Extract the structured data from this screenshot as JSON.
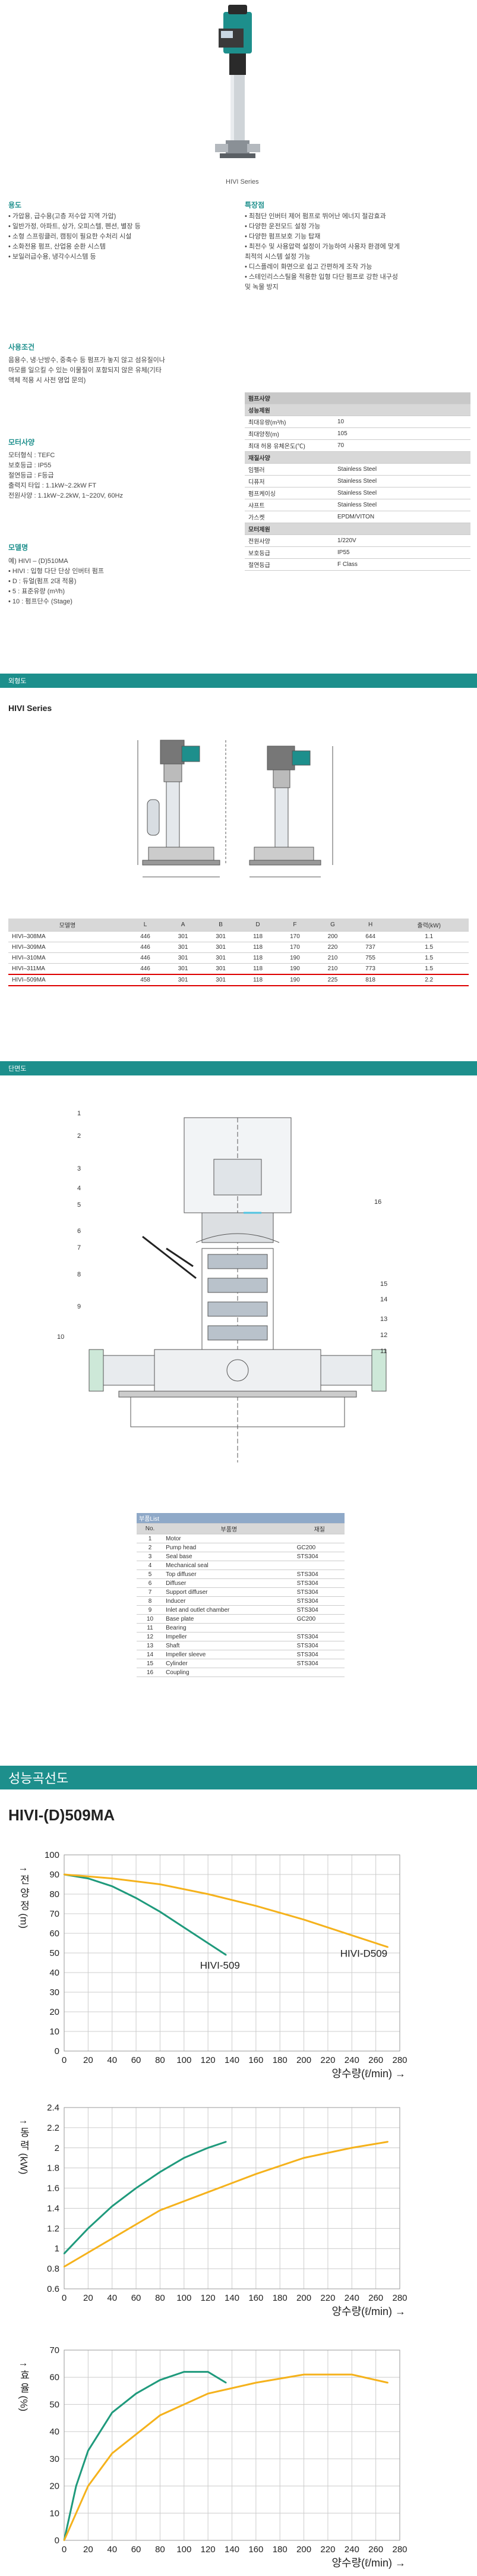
{
  "header": {
    "series_label": "HIVI Series"
  },
  "usage": {
    "title": "용도",
    "items": [
      "• 가압용, 급수용(고층 저수압 지역 가압)",
      "• 일반가정, 아파트, 상가, 오피스텔, 펜션, 별장 등",
      "• 소형 스프링클러, 캠핑이 필요한 수처리 시설",
      "• 소화전용 펌프, 산업용 순환 시스템",
      "• 보일러급수용, 냉각수시스템 등"
    ]
  },
  "features": {
    "title": "특장점",
    "items": [
      "• 최첨단 인버터 제어 펌프로 뛰어난 에너지 절감효과",
      "• 다양한 운전모드 설정 가능",
      "• 다양한 펌프보호 기능 탑재",
      "• 최전수 및 사용압력 설정이 가능하여 사용자 환경에 맞게",
      "   최적의 시스템 설정 가능",
      "• 디스플레이 화면으로 쉽고 간편하게 조작 가능",
      "• 스테인리스스틸을 적용한 입형 다단 펌프로 강한 내구성",
      "   및 녹물 방지"
    ]
  },
  "conditions": {
    "title": "사용조건",
    "lines": [
      "음용수, 냉·난방수, 중축수 등 펌프가 놓지 않고 섬유질이나",
      "마모를 일으킬 수 있는 이물질이 포함되지 않은 유체(기타",
      "액체 적용 시 사전 영업 문의)"
    ]
  },
  "motor": {
    "title": "모터사양",
    "lines": [
      "모터형식 : TEFC",
      "보호등급 : IP55",
      "절연등급 : F등급",
      "출력지 타입 : 1.1kW~2.2kW FT",
      "전원사양 : 1.1kW~2.2kW, 1~220V, 60Hz"
    ]
  },
  "model": {
    "title": "모델명",
    "lines": [
      "예) HIVI – (D)510MA",
      "• HIVI : 입형 다단 단상 인버터 펌프",
      "• D : 듀얼(펌프 2대 적용)",
      "• 5 : 표준유량 (m³/h)",
      "• 10 : 펌프단수 (Stage)"
    ]
  },
  "spec": {
    "header": "펌프사양",
    "groups": [
      {
        "name": "성능제원",
        "rows": [
          [
            "최대유량(m³/h)",
            "10"
          ],
          [
            "최대양정(m)",
            "105"
          ],
          [
            "최대 허용 유체온도(℃)",
            "70"
          ]
        ]
      },
      {
        "name": "재질사양",
        "rows": [
          [
            "임펠러",
            "Stainless Steel"
          ],
          [
            "디퓨저",
            "Stainless Steel"
          ],
          [
            "펌프케이싱",
            "Stainless Steel"
          ],
          [
            "샤프트",
            "Stainless Steel"
          ],
          [
            "가스켓",
            "EPDM/VITON"
          ]
        ]
      },
      {
        "name": "모터제원",
        "rows": [
          [
            "전원사양",
            "1/220V"
          ],
          [
            "보호등급",
            "IP55"
          ],
          [
            "절연등급",
            "F Class"
          ]
        ]
      }
    ]
  },
  "section_dimensions": {
    "band_label": "외형도",
    "series_title": "HIVI Series"
  },
  "dimension_table": {
    "headers": [
      "모델명",
      "L",
      "A",
      "B",
      "D",
      "F",
      "G",
      "H",
      "출력(kW)"
    ],
    "rows": [
      [
        "HIVI–308MA",
        "446",
        "301",
        "301",
        "118",
        "170",
        "200",
        "644",
        "1.1"
      ],
      [
        "HIVI–309MA",
        "446",
        "301",
        "301",
        "118",
        "170",
        "220",
        "737",
        "1.5"
      ],
      [
        "HIVI–310MA",
        "446",
        "301",
        "301",
        "118",
        "190",
        "210",
        "755",
        "1.5"
      ],
      [
        "HIVI–311MA",
        "446",
        "301",
        "301",
        "118",
        "190",
        "210",
        "773",
        "1.5"
      ],
      [
        "HIVI–509MA",
        "458",
        "301",
        "301",
        "118",
        "190",
        "225",
        "818",
        "2.2"
      ]
    ],
    "highlight_row": 4
  },
  "section_cross": {
    "band_label": "단면도",
    "callouts_left": [
      "1",
      "2",
      "3",
      "4",
      "5",
      "6",
      "7",
      "8",
      "9",
      "10"
    ],
    "callouts_right": [
      "16",
      "15",
      "14",
      "13",
      "12",
      "11"
    ]
  },
  "parts": {
    "caption": "부품List",
    "headers": [
      "No.",
      "부품명",
      "재질"
    ],
    "rows": [
      [
        "1",
        "Motor",
        ""
      ],
      [
        "2",
        "Pump head",
        "GC200"
      ],
      [
        "3",
        "Seal base",
        "STS304"
      ],
      [
        "4",
        "Mechanical seal",
        ""
      ],
      [
        "5",
        "Top diffuser",
        "STS304"
      ],
      [
        "6",
        "Diffuser",
        "STS304"
      ],
      [
        "7",
        "Support diffuser",
        "STS304"
      ],
      [
        "8",
        "Inducer",
        "STS304"
      ],
      [
        "9",
        "Inlet and outlet chamber",
        "STS304"
      ],
      [
        "10",
        "Base plate",
        "GC200"
      ],
      [
        "11",
        "Bearing",
        ""
      ],
      [
        "12",
        "Impeller",
        "STS304"
      ],
      [
        "13",
        "Shaft",
        "STS304"
      ],
      [
        "14",
        "Impeller sleeve",
        "STS304"
      ],
      [
        "15",
        "Cylinder",
        "STS304"
      ],
      [
        "16",
        "Coupling",
        ""
      ]
    ]
  },
  "performance": {
    "band_label": "성능곡선도",
    "model_title": "HIVI-(D)509MA",
    "x_label": "양수량(ℓ/min) →"
  },
  "colors": {
    "accent": "#1d8f8c",
    "hivi509": "#1f9a7c",
    "hivid509": "#f5b21c"
  },
  "chart_data": [
    {
      "type": "line",
      "ylabel": "↑ 전 양 정 (m)",
      "xlabel": "양수량(ℓ/min) →",
      "xlim": [
        0,
        280
      ],
      "ylim": [
        0,
        100
      ],
      "xticks": [
        0,
        20,
        40,
        60,
        80,
        100,
        120,
        140,
        160,
        180,
        200,
        220,
        240,
        260,
        280
      ],
      "yticks": [
        0,
        10,
        20,
        30,
        40,
        50,
        60,
        70,
        80,
        90,
        100
      ],
      "series": [
        {
          "name": "HIVI-509",
          "x": [
            0,
            20,
            40,
            60,
            80,
            100,
            120,
            135
          ],
          "y": [
            90,
            88,
            84,
            78,
            71,
            63,
            55,
            49
          ]
        },
        {
          "name": "HIVI-D509",
          "x": [
            0,
            40,
            80,
            120,
            160,
            200,
            240,
            270
          ],
          "y": [
            90,
            88,
            85,
            80,
            74,
            67,
            59,
            53
          ]
        }
      ]
    },
    {
      "type": "line",
      "ylabel": "↑ 동 력 (kW)",
      "xlabel": "양수량(ℓ/min) →",
      "xlim": [
        0,
        280
      ],
      "ylim": [
        0.6,
        2.4
      ],
      "xticks": [
        0,
        20,
        40,
        60,
        80,
        100,
        120,
        140,
        160,
        180,
        200,
        220,
        240,
        260,
        280
      ],
      "yticks": [
        0.6,
        0.8,
        1.0,
        1.2,
        1.4,
        1.6,
        1.8,
        2.0,
        2.2,
        2.4
      ],
      "series": [
        {
          "name": "HIVI-509",
          "x": [
            0,
            20,
            40,
            60,
            80,
            100,
            120,
            135
          ],
          "y": [
            0.95,
            1.2,
            1.42,
            1.6,
            1.76,
            1.9,
            2.0,
            2.06
          ]
        },
        {
          "name": "HIVI-D509",
          "x": [
            0,
            40,
            80,
            120,
            160,
            200,
            240,
            270
          ],
          "y": [
            0.82,
            1.1,
            1.38,
            1.56,
            1.74,
            1.9,
            2.0,
            2.06
          ]
        }
      ]
    },
    {
      "type": "line",
      "ylabel": "↑ 효 율 (%)",
      "xlabel": "양수량(ℓ/min) →",
      "xlim": [
        0,
        280
      ],
      "ylim": [
        0,
        70
      ],
      "xticks": [
        0,
        20,
        40,
        60,
        80,
        100,
        120,
        140,
        160,
        180,
        200,
        220,
        240,
        260,
        280
      ],
      "yticks": [
        0,
        10,
        20,
        30,
        40,
        50,
        60,
        70
      ],
      "series": [
        {
          "name": "HIVI-509",
          "x": [
            0,
            10,
            20,
            40,
            60,
            80,
            100,
            120,
            135
          ],
          "y": [
            0,
            20,
            33,
            47,
            54,
            59,
            62,
            62,
            58
          ]
        },
        {
          "name": "HIVI-D509",
          "x": [
            0,
            20,
            40,
            80,
            120,
            160,
            200,
            240,
            270
          ],
          "y": [
            0,
            20,
            32,
            46,
            54,
            58,
            61,
            61,
            58
          ]
        }
      ]
    }
  ]
}
